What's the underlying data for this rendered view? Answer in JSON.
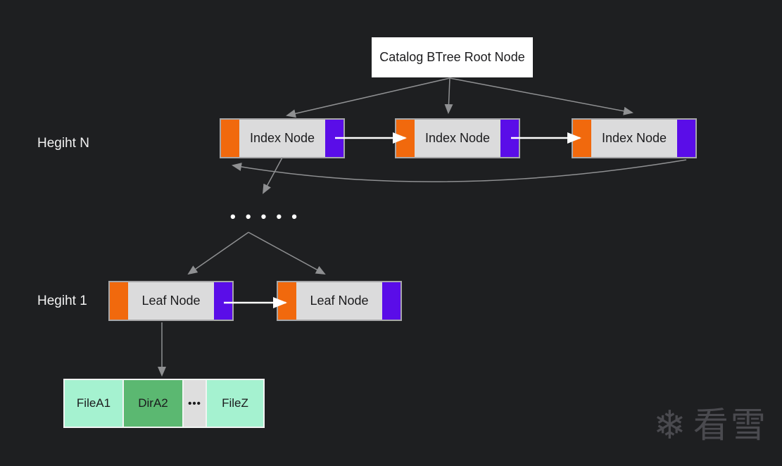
{
  "root_node": {
    "label": "Catalog BTree Root Node"
  },
  "height_labels": {
    "top": "Hegiht N",
    "bottom": "Hegiht 1"
  },
  "index_nodes": [
    {
      "label": "Index Node"
    },
    {
      "label": "Index Node"
    },
    {
      "label": "Index Node"
    }
  ],
  "leaf_nodes": [
    {
      "label": "Leaf Node"
    },
    {
      "label": "Leaf Node"
    }
  ],
  "ellipsis_dots": "• • • • •",
  "file_record": {
    "cells": [
      {
        "label": "FileA1"
      },
      {
        "label": "DirA2"
      },
      {
        "label": "•••"
      },
      {
        "label": "FileZ"
      }
    ]
  },
  "watermark": {
    "snowflake": "❄",
    "text": "看雪"
  },
  "colors": {
    "background": "#1E1F21",
    "node_body": "#DBDBDC",
    "node_border": "#A6A6A8",
    "orange_segment": "#F1690D",
    "purple_segment": "#5A0DE8",
    "root_background": "#FFFFFF",
    "mint_cell": "#A5F2D0",
    "green_cell": "#5BB871",
    "gray_cell": "#DEDEDE",
    "tree_line": "#8F9092",
    "link_line": "#FFFFFF",
    "watermark": "#4A4A4F"
  }
}
